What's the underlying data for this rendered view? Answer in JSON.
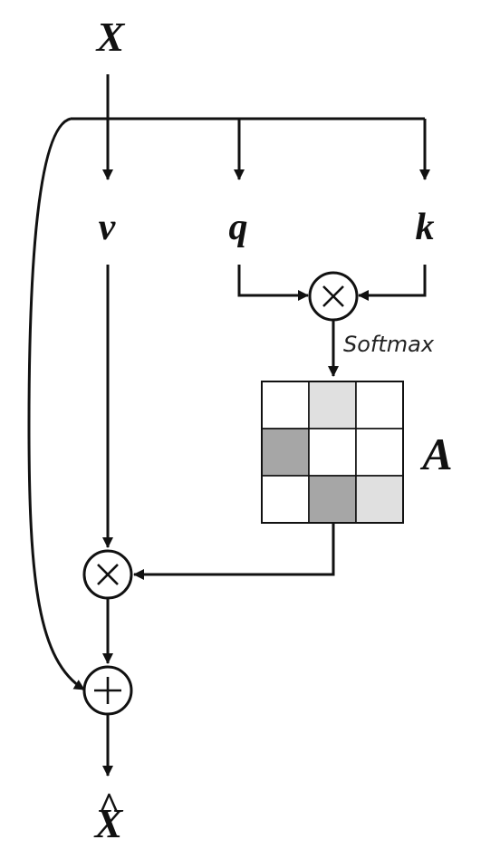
{
  "labels": {
    "input": "X",
    "value": "v",
    "query": "q",
    "key": "k",
    "attention_matrix": "A",
    "output": "X",
    "output_hat": "^",
    "softmax": "Softmax"
  },
  "attention_matrix": {
    "cells": [
      [
        "#ffffff",
        "#e0e0e0",
        "#ffffff"
      ],
      [
        "#a6a6a6",
        "#ffffff",
        "#ffffff"
      ],
      [
        "#ffffff",
        "#a6a6a6",
        "#e0e0e0"
      ]
    ]
  },
  "colors": {
    "line": "#111111",
    "dark_cell": "#a6a6a6",
    "light_cell": "#e0e0e0"
  },
  "operators": {
    "multiply": "multiply-icon",
    "add": "plus-icon"
  }
}
